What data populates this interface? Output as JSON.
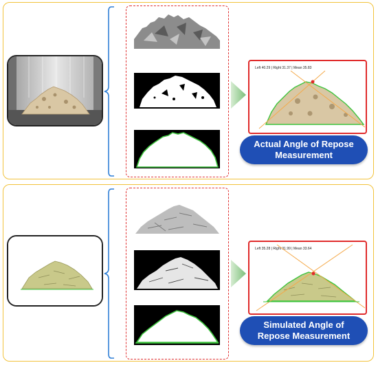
{
  "colors": {
    "panel_border": "#f2c23a",
    "brace": "#2f7fd6",
    "dash_border": "#e03030",
    "measure_border": "#e02a2a",
    "pill": "#1f4fb5",
    "outline_green": "#3ec43e",
    "angle_line": "#f4a94a"
  },
  "actual": {
    "readout": "Left 40.29 | Right 31.37 | Mean 35.83",
    "label_line1": "Actual Angle of Repose",
    "label_line2": "Measurement"
  },
  "simulated": {
    "readout": "Left 35.28 | Right 31.99 | Mean 33.64",
    "label_line1": "Simulated Angle of",
    "label_line2": "Repose Measurement"
  }
}
